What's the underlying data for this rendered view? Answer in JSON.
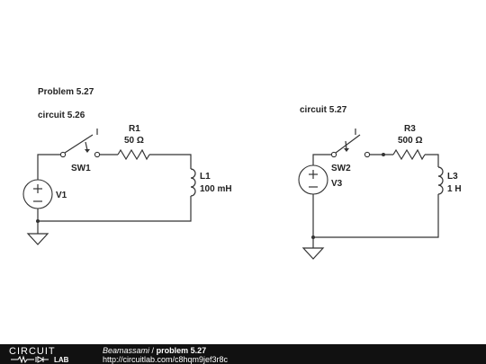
{
  "diagram": {
    "heading": "Problem 5.27",
    "circuit_a": {
      "label": "circuit 5.26",
      "switch": "SW1",
      "resistor": {
        "name": "R1",
        "value": "50 Ω"
      },
      "inductor": {
        "name": "L1",
        "value": "100 mH"
      },
      "source": "V1"
    },
    "circuit_b": {
      "label": "circuit 5.27",
      "switch": "SW2",
      "resistor": {
        "name": "R3",
        "value": "500 Ω"
      },
      "inductor": {
        "name": "L3",
        "value": "1 H"
      },
      "source": "V3"
    }
  },
  "footer": {
    "logo_top": "CIRCUIT",
    "logo_bottom": "LAB",
    "author": "Beamassami",
    "separator": "/",
    "project": "problem 5.27",
    "url": "http://circuitlab.com/c8hqm9jef3r8c"
  }
}
